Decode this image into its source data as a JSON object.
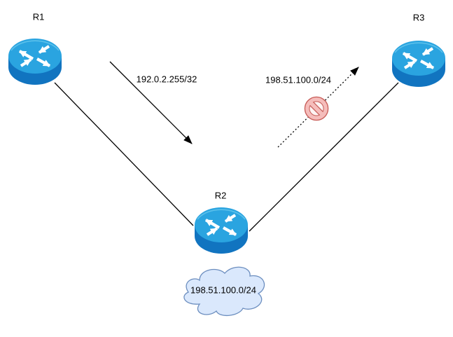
{
  "diagram": {
    "type": "network-topology",
    "routers": {
      "r1": {
        "label": "R1"
      },
      "r2": {
        "label": "R2"
      },
      "r3": {
        "label": "R3"
      }
    },
    "links": {
      "r1_r2": {
        "style": "solid-line"
      },
      "r2_r3": {
        "style": "solid-line"
      }
    },
    "route_arrows": {
      "advertised": {
        "label": "192.0.2.255/32",
        "style": "solid-arrow"
      },
      "blocked": {
        "label": "198.51.100.0/24",
        "style": "dashed-arrow",
        "marker": "no-entry"
      }
    },
    "cloud": {
      "label": "198.51.100.0/24"
    },
    "colors": {
      "router_top": "#2aa4e0",
      "router_body": "#1174c0",
      "router_arrow": "#ffffff",
      "cloud_fill": "#dae8fc",
      "cloud_stroke": "#6c8ebf",
      "no_entry_fill": "#f5bdbb",
      "no_entry_inner": "#fdf4f3",
      "no_entry_stroke": "#c9605c",
      "line": "#000000",
      "label_text": "#000000"
    }
  }
}
